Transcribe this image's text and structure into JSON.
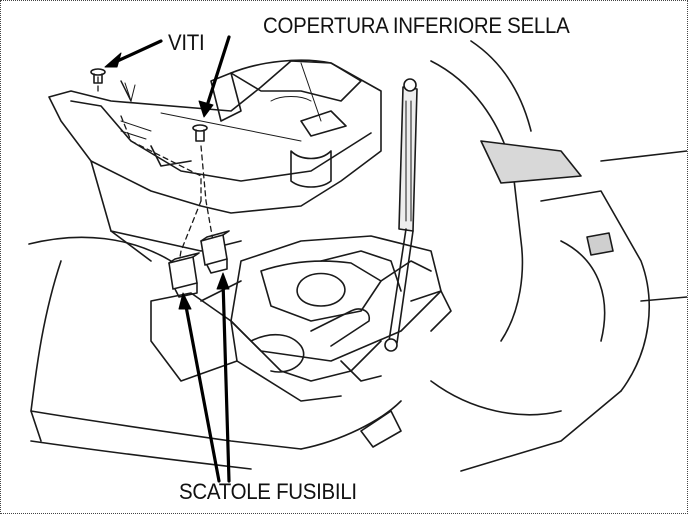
{
  "labels": {
    "seat_lower_cover": "COPERTURA INFERIORE SELLA",
    "screws": "VITI",
    "fuse_boxes": "SCATOLE FUSIBILI"
  }
}
